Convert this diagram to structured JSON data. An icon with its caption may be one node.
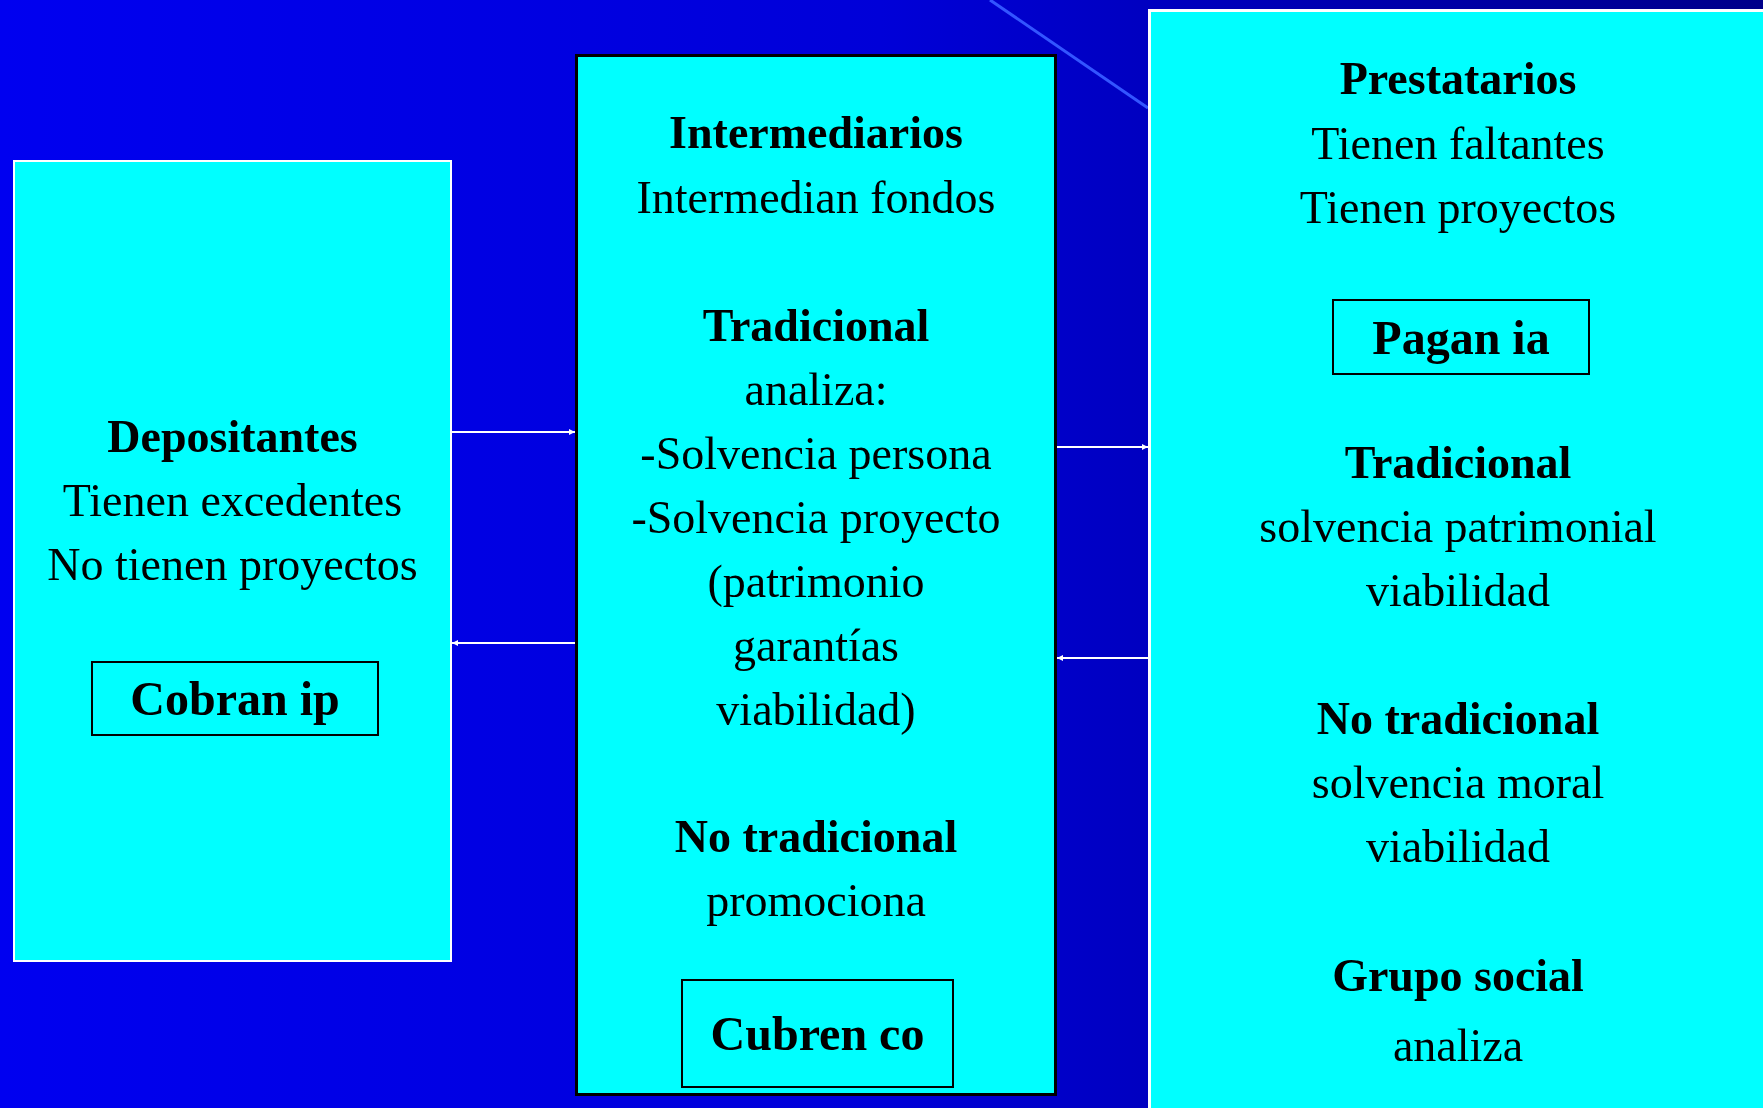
{
  "diagram": {
    "nodes": [
      {
        "text": [
          "Depositantes",
          "Tienen excedentes",
          "No tienen proyectos"
        ]
      },
      {
        "text": [
          "Cobran ip"
        ],
        "in": 0
      },
      {
        "text": [
          "Intermediarios",
          "Intermedian fondos",
          "Tradicional",
          "analiza:",
          "-Solvencia persona",
          "-Solvencia proyecto",
          "(patrimonio garantías viabilidad)",
          "No tradicional",
          "promociona"
        ]
      },
      {
        "text": [
          "Cubren co"
        ],
        "in": 2
      },
      {
        "text": [
          "Prestatarios",
          "Tienen faltantes",
          "Tienen proyectos",
          "Tradicional",
          "solvencia patrimonial",
          "viabilidad",
          "No tradicional",
          "solvencia moral",
          "viabilidad",
          "Grupo social",
          "analiza"
        ]
      },
      {
        "text": [
          "Pagan ia"
        ],
        "in": 4
      }
    ],
    "edges": [
      {
        "from": 0,
        "to": 2,
        "arrow": "to"
      },
      {
        "from": 2,
        "to": 0,
        "arrow": "to"
      },
      {
        "from": 2,
        "to": 4,
        "arrow": "to"
      },
      {
        "from": 4,
        "to": 2,
        "arrow": "to"
      }
    ]
  }
}
